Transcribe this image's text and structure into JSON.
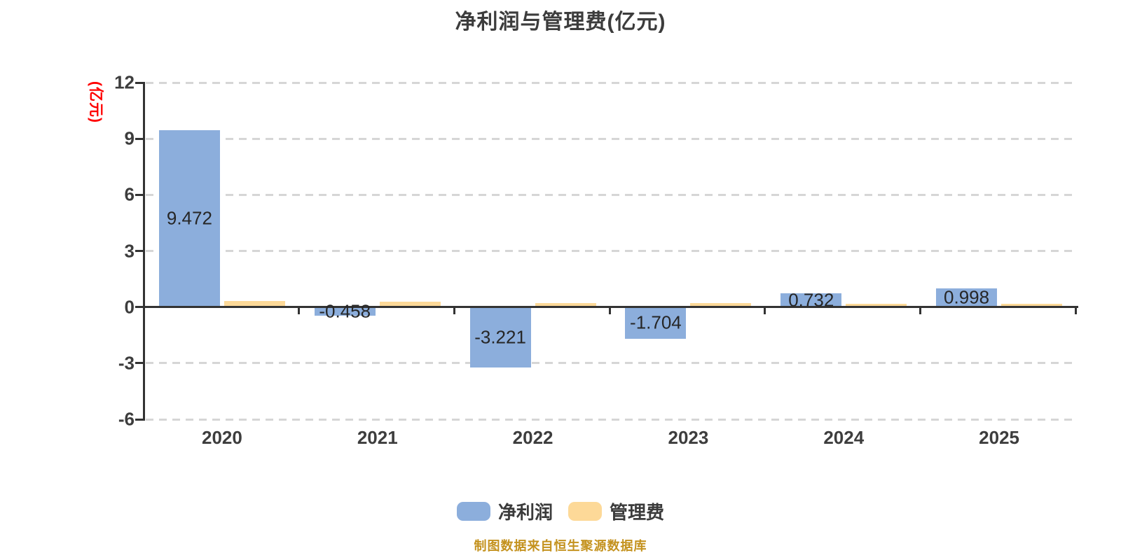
{
  "title": "净利润与管理费(亿元)",
  "y_axis_unit": "(亿元)",
  "source_note": "制图数据来自恒生聚源数据库",
  "colors": {
    "net_profit": "#8CAEDC",
    "mgmt_fee": "#FDD998",
    "axis": "#333333",
    "grid": "#D6D6D6",
    "tick_label": "#3D3D3D",
    "value_label": "#262626",
    "title": "#3C3C3C",
    "unit_label": "#FF0000",
    "note": "#C4921E",
    "background": "#FFFFFF"
  },
  "chart_data": {
    "type": "bar",
    "categories": [
      "2020",
      "2021",
      "2022",
      "2023",
      "2024",
      "2025"
    ],
    "series": [
      {
        "name": "净利润",
        "color_key": "net_profit",
        "values": [
          9.472,
          -0.458,
          -3.221,
          -1.704,
          0.732,
          0.998
        ],
        "labels_visible": true
      },
      {
        "name": "管理费",
        "color_key": "mgmt_fee",
        "values": [
          0.31,
          0.27,
          0.21,
          0.2,
          0.16,
          0.16
        ],
        "labels_visible": false,
        "values_estimated_from_pixels": true
      }
    ],
    "title": "净利润与管理费(亿元)",
    "xlabel": "",
    "ylabel": "(亿元)",
    "ylim": [
      -6,
      12
    ],
    "y_ticks": [
      12,
      9,
      6,
      3,
      0,
      -3,
      -6
    ],
    "grid": "dashed-horizontal",
    "legend_position": "bottom"
  }
}
